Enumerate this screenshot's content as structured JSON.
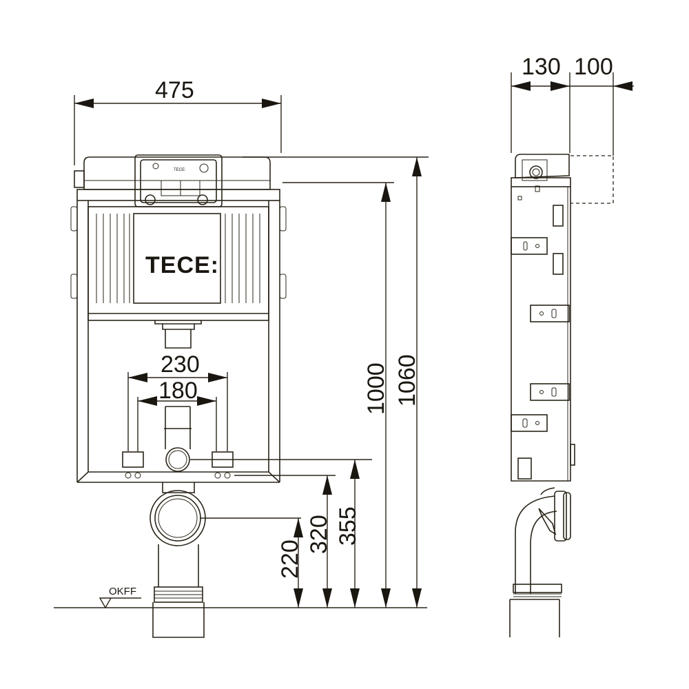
{
  "drawing": {
    "brand_logo": "TECE:",
    "floor_label": "OKFF",
    "dimensions": {
      "width_total": "475",
      "depth_frame": "130",
      "depth_cistern_extra": "100",
      "outer_bracket_spacing": "230",
      "inner_bracket_spacing": "180",
      "height_frame": "1000",
      "height_total": "1060",
      "height_drain_center": "220",
      "height_fixing_points": "320",
      "height_flush_outlet": "355"
    },
    "colors": {
      "line": "#2a2418",
      "background": "#ffffff"
    }
  }
}
